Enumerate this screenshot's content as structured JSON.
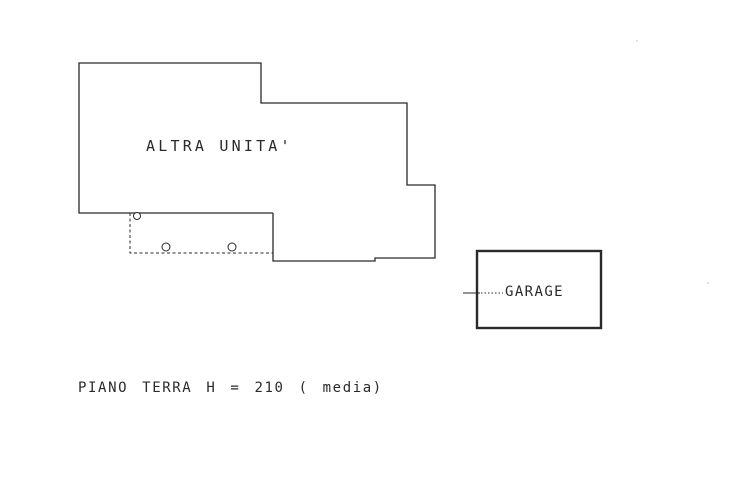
{
  "labels": {
    "other_unit": "ALTRA UNITA'",
    "garage": "GARAGE",
    "floor_caption": "PIANO TERRA H = 210 ( media)"
  },
  "colors": {
    "ink": "#2a2a2a",
    "background": "#ffffff"
  }
}
